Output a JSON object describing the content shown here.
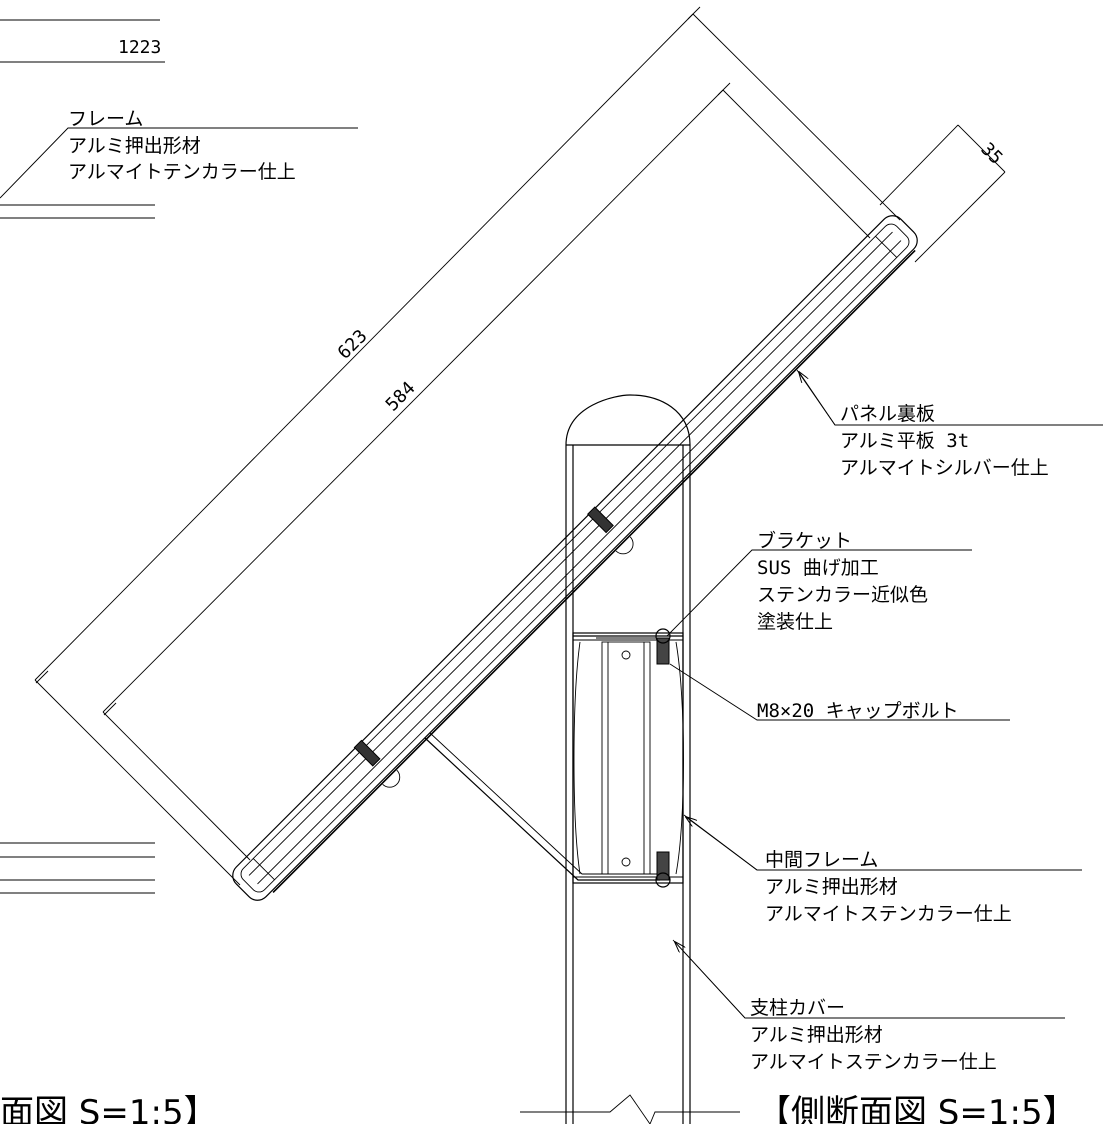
{
  "dimensions": {
    "overall_width": "1223",
    "frame_outer": "623",
    "frame_inner": "584",
    "frame_depth": "35"
  },
  "callouts": {
    "frame": {
      "title": "フレーム",
      "line1": "アルミ押出形材",
      "line2": "アルマイトテンカラー仕上"
    },
    "back_panel": {
      "title": "パネル裏板",
      "line1": "アルミ平板 3t",
      "line2": "アルマイトシルバー仕上"
    },
    "bracket": {
      "title": "ブラケット",
      "line1": "SUS 曲げ加工",
      "line2": "ステンカラー近似色",
      "line3": "塗装仕上"
    },
    "bolt": {
      "title": "M8×20 キャップボルト"
    },
    "middle_frame": {
      "title": "中間フレーム",
      "line1": "アルミ押出形材",
      "line2": "アルマイトステンカラー仕上"
    },
    "post_cover": {
      "title": "支柱カバー",
      "line1": "アルミ押出形材",
      "line2": "アルマイトステンカラー仕上"
    }
  },
  "view_titles": {
    "left": "面図 S=1:5】",
    "right": "【側断面図 S=1:5】"
  },
  "colors": {
    "line": "#000000",
    "background": "#ffffff"
  }
}
